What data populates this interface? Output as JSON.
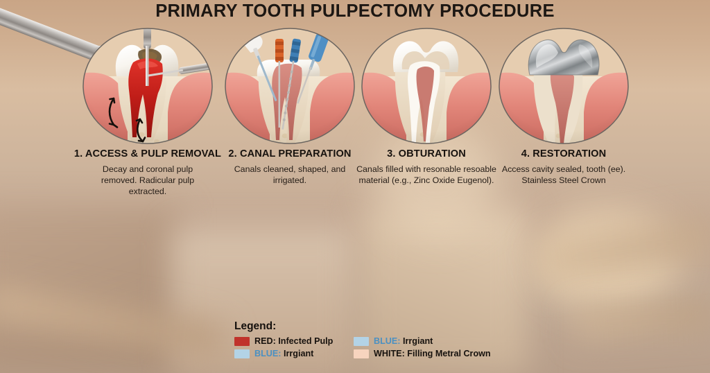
{
  "title": "PRIMARY TOOTH PULPECTOMY PROCEDURE",
  "steps": [
    {
      "caption": "1. ACCESS & PULP REMOVAL",
      "description": "Decay and coronal pulp removed. Radicular pulp extracted.",
      "illustration": "tooth-with-drill-and-infected-pulp"
    },
    {
      "caption": "2. CANAL PREPARATION",
      "description": "Canals cleaned, shaped, and irrigated.",
      "illustration": "tooth-with-endodontic-files-and-syringe"
    },
    {
      "caption": "3. OBTURATION",
      "description": "Canals filled with resonable resoable material (e.g., Zinc Oxide Eugenol).",
      "illustration": "tooth-with-filled-canals"
    },
    {
      "caption": "4. RESTORATION",
      "description": "Access cavity sealed, tooth (ee). Stainless Steel Crown",
      "illustration": "tooth-with-stainless-steel-crown"
    }
  ],
  "legend": {
    "title": "Legend:",
    "items": [
      {
        "swatch": "#c0322b",
        "key": "RED:",
        "key_color": "#17120e",
        "text": " Infected Pulp"
      },
      {
        "swatch": "#b3d3e6",
        "key": "BLUE:",
        "key_color": "#4a90c2",
        "text": " Irrgiant"
      },
      {
        "swatch": "#b3d3e6",
        "key": "BLUE:",
        "key_color": "#4a90c2",
        "text": " Irrgiant"
      },
      {
        "swatch": "#f7d4be",
        "key": "WHITE:",
        "key_color": "#17120e",
        "text": " Filling Metral Crown"
      }
    ]
  },
  "colors": {
    "background_top": "#c9a586",
    "background_bottom": "#b89f8b",
    "enamel": "#fdfcf8",
    "gum": "#e79184",
    "bone": "#ede0cb",
    "infected_pulp": "#c1231d",
    "crown_metal": "#b9bcbe",
    "circle_stroke": "#6b6560"
  }
}
